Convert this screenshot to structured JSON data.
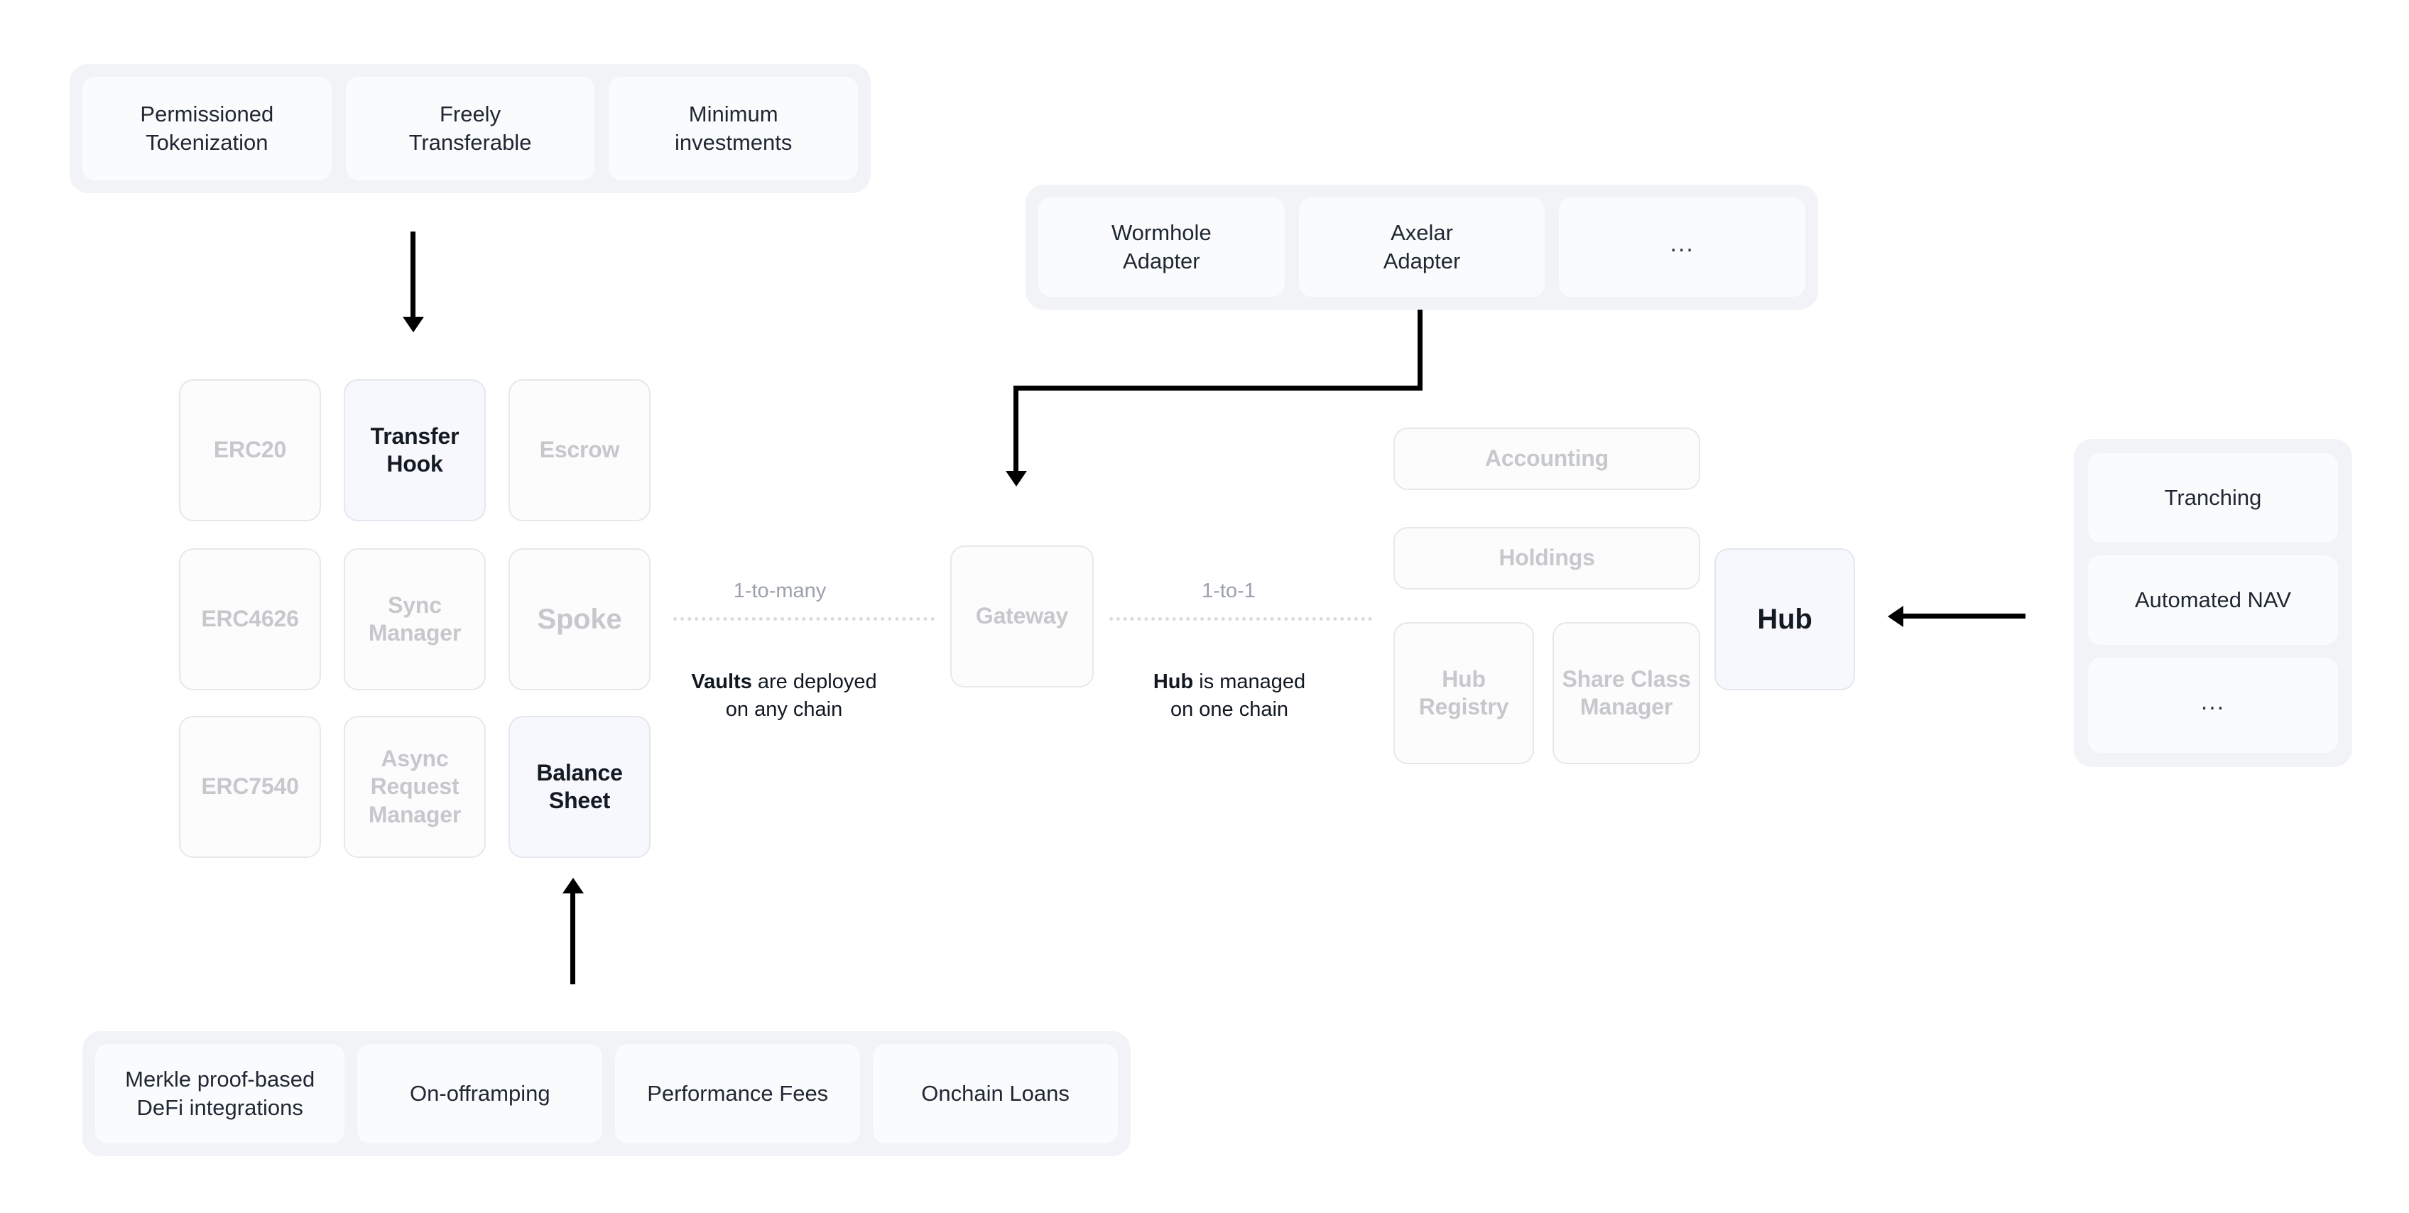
{
  "diagram": {
    "title": "Protocol architecture: Vaults (Spoke) and Hub",
    "colors": {
      "page_background": "#ffffff",
      "group_background": "#f1f3f6",
      "chip_background": "#fafbfd",
      "card_background": "#fcfcfd",
      "card_border": "#e7e8eb",
      "card_text_muted": "#c6c8cc",
      "highlight_background": "#f6f8fd",
      "highlight_text": "#141a22",
      "connector": "#000000",
      "dotted_separator": "#d9dce1",
      "relationship_label": "#9ba1ab"
    }
  },
  "token_features_group": {
    "items": [
      {
        "label": "Permissioned\nTokenization"
      },
      {
        "label": "Freely\nTransferable"
      },
      {
        "label": "Minimum\ninvestments"
      }
    ]
  },
  "adapters_group": {
    "items": [
      {
        "label": "Wormhole\nAdapter"
      },
      {
        "label": "Axelar\nAdapter"
      },
      {
        "label": "...",
        "is_ellipsis": true
      }
    ]
  },
  "spoke_grid": {
    "rows": [
      [
        {
          "label": "ERC20",
          "state": "muted"
        },
        {
          "label": "Transfer\nHook",
          "state": "highlight"
        },
        {
          "label": "Escrow",
          "state": "muted"
        }
      ],
      [
        {
          "label": "ERC4626",
          "state": "muted"
        },
        {
          "label": "Sync\nManager",
          "state": "muted"
        },
        {
          "label": "Spoke",
          "state": "muted-large"
        }
      ],
      [
        {
          "label": "ERC7540",
          "state": "muted"
        },
        {
          "label": "Async\nRequest\nManager",
          "state": "muted"
        },
        {
          "label": "Balance\nSheet",
          "state": "highlight"
        }
      ]
    ]
  },
  "gateway": {
    "label": "Gateway"
  },
  "hub": {
    "label": "Hub"
  },
  "hub_modules": {
    "accounting": {
      "label": "Accounting"
    },
    "holdings": {
      "label": "Holdings"
    },
    "hub_registry": {
      "label": "Hub\nRegistry"
    },
    "share_class_manager": {
      "label": "Share Class\nManager"
    }
  },
  "hub_features_group": {
    "items": [
      {
        "label": "Tranching"
      },
      {
        "label": "Automated NAV"
      },
      {
        "label": "...",
        "is_ellipsis": true
      }
    ]
  },
  "balance_sheet_features_group": {
    "items": [
      {
        "label": "Merkle proof-based\nDeFi integrations"
      },
      {
        "label": "On-offramping"
      },
      {
        "label": "Performance Fees"
      },
      {
        "label": "Onchain Loans"
      }
    ]
  },
  "relationships": {
    "vaults": {
      "cardinality": "1-to-many",
      "description_strong": "Vaults",
      "description_rest": " are deployed\non any chain"
    },
    "hub": {
      "cardinality": "1-to-1",
      "description_strong": "Hub",
      "description_rest": " is managed\non one chain"
    }
  }
}
